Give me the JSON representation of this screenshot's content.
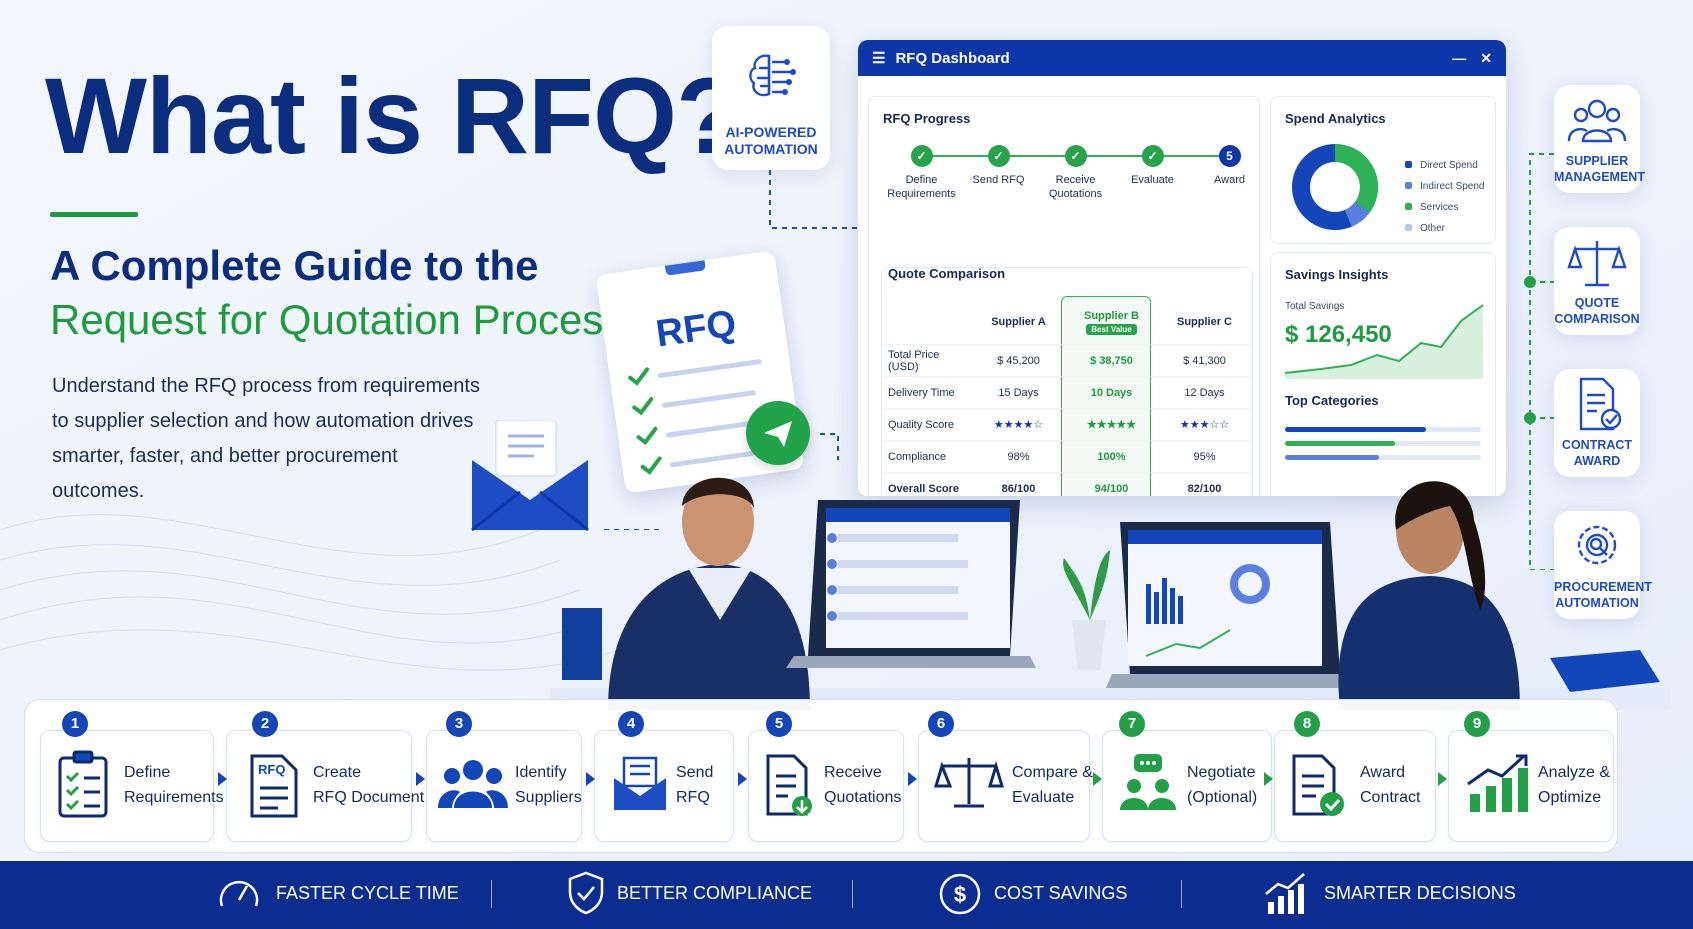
{
  "hero": {
    "title": "What is RFQ?",
    "subtitle_line1": "A Complete Guide to the",
    "subtitle_line2": "Request for Quotation Process",
    "description": "Understand the RFQ process from requirements to supplier selection and how automation drives smarter, faster, and better procurement outcomes."
  },
  "ai_card": {
    "label": "AI-POWERED AUTOMATION",
    "icon": "brain-circuit-icon"
  },
  "rfq_document": {
    "label": "RFQ"
  },
  "dashboard": {
    "title": "RFQ Dashboard",
    "progress": {
      "title": "RFQ Progress",
      "steps": [
        {
          "label": "Define Requirements",
          "mark": "✓",
          "done": true
        },
        {
          "label": "Send RFQ",
          "mark": "✓",
          "done": true
        },
        {
          "label": "Receive Quotations",
          "mark": "✓",
          "done": true
        },
        {
          "label": "Evaluate",
          "mark": "✓",
          "done": true
        },
        {
          "label": "Award",
          "mark": "5",
          "done": false
        }
      ]
    },
    "quote_comparison": {
      "title": "Quote Comparison",
      "suppliers": [
        "Supplier A",
        "Supplier B",
        "Supplier C"
      ],
      "best_badge": "Best Value",
      "rows": [
        {
          "label": "Total Price (USD)",
          "values": [
            "$ 45,200",
            "$ 38,750",
            "$ 41,300"
          ]
        },
        {
          "label": "Delivery Time",
          "values": [
            "15 Days",
            "10 Days",
            "12 Days"
          ]
        },
        {
          "label": "Quality Score",
          "values": [
            "★★★★☆",
            "★★★★★",
            "★★★☆☆"
          ]
        },
        {
          "label": "Compliance",
          "values": [
            "98%",
            "100%",
            "95%"
          ]
        },
        {
          "label": "Overall Score",
          "values": [
            "86/100",
            "94/100",
            "82/100"
          ]
        }
      ]
    },
    "spend_analytics": {
      "title": "Spend Analytics",
      "legend": [
        "Direct Spend",
        "Indirect Spend",
        "Services",
        "Other"
      ],
      "colors": [
        "#1346b8",
        "#5b7fe0",
        "#2fb155",
        "#b9c7e6"
      ]
    },
    "savings": {
      "title": "Savings Insights",
      "label": "Total Savings",
      "value": "$ 126,450"
    },
    "top_categories": {
      "title": "Top Categories",
      "levels": [
        0.72,
        0.56,
        0.48
      ]
    }
  },
  "side_cards": [
    {
      "label": "SUPPLIER MANAGEMENT",
      "icon": "people-group-icon"
    },
    {
      "label": "QUOTE COMPARISON",
      "icon": "scales-icon"
    },
    {
      "label": "CONTRACT AWARD",
      "icon": "contract-check-icon"
    },
    {
      "label": "PROCUREMENT AUTOMATION",
      "icon": "gear-search-icon"
    }
  ],
  "laptops": {
    "left_title": "Supplier Quotations",
    "right_title": "Evaluation Summary"
  },
  "process_steps": [
    {
      "num": "1",
      "line1": "Define",
      "line2": "Requirements",
      "icon": "checklist-clipboard-icon"
    },
    {
      "num": "2",
      "line1": "Create",
      "line2": "RFQ Document",
      "icon": "rfq-document-icon",
      "icon_text": "RFQ"
    },
    {
      "num": "3",
      "line1": "Identify",
      "line2": "Suppliers",
      "icon": "people-group-icon"
    },
    {
      "num": "4",
      "line1": "Send",
      "line2": "RFQ",
      "icon": "envelope-icon"
    },
    {
      "num": "5",
      "line1": "Receive",
      "line2": "Quotations",
      "icon": "document-download-icon"
    },
    {
      "num": "6",
      "line1": "Compare &",
      "line2": "Evaluate",
      "icon": "scales-icon"
    },
    {
      "num": "7",
      "line1": "Negotiate",
      "line2": "(Optional)",
      "icon": "chat-people-icon"
    },
    {
      "num": "8",
      "line1": "Award",
      "line2": "Contract",
      "icon": "contract-check-icon"
    },
    {
      "num": "9",
      "line1": "Analyze &",
      "line2": "Optimize",
      "icon": "growth-chart-icon"
    }
  ],
  "benefits": [
    {
      "label": "FASTER CYCLE TIME",
      "icon": "speedometer-icon"
    },
    {
      "label": "BETTER COMPLIANCE",
      "icon": "shield-check-icon"
    },
    {
      "label": "COST SAVINGS",
      "icon": "dollar-circle-icon"
    },
    {
      "label": "SMARTER DECISIONS",
      "icon": "rising-chart-icon"
    }
  ]
}
